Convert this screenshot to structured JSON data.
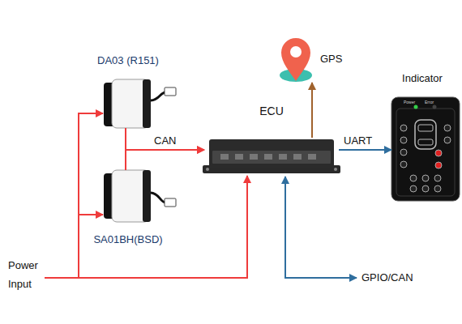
{
  "diagram": {
    "nodes": [
      {
        "text": [
          "DA03 (R151)"
        ]
      },
      {
        "text": [
          "SA01BH(BSD)"
        ]
      },
      {
        "text": [
          "ECU"
        ]
      },
      {
        "text": [
          "GPS"
        ]
      },
      {
        "text": [
          "Indicator"
        ]
      }
    ],
    "edges": [
      {
        "from": 0,
        "to": 2,
        "arrow": "to",
        "label": "CAN"
      },
      {
        "from": 1,
        "to": 2,
        "arrow": "to"
      },
      {
        "from": 2,
        "to": 3,
        "arrow": "to"
      },
      {
        "from": 2,
        "to": 4,
        "arrow": "to",
        "label": "UART"
      }
    ],
    "labels": [
      "Power Input",
      "GPIO/CAN",
      "Power",
      "Error"
    ]
  }
}
